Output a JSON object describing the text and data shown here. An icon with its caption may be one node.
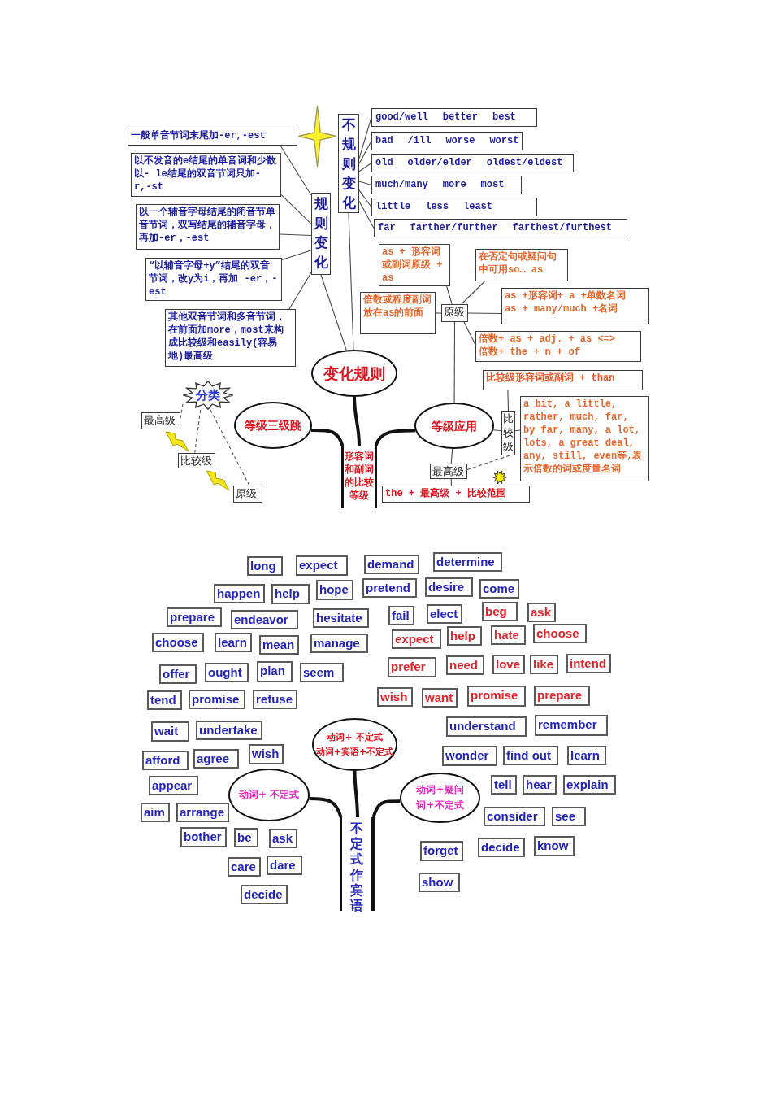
{
  "diagram": {
    "nodes": [
      {
        "text": [
          "一般单音节词末尾加-er,-est"
        ]
      },
      {
        "text": [
          "不规则变化"
        ]
      },
      {
        "text": [
          "good/well better best"
        ]
      },
      {
        "text": [
          "bad /ill worse worst"
        ]
      },
      {
        "text": [
          "以不发音的e结尾的单音词和少数以- le结尾的双音节词只加-r,-st"
        ]
      },
      {
        "text": [
          "old older/elder oldest/eldest"
        ]
      },
      {
        "text": [
          "much/many more most"
        ]
      },
      {
        "text": [
          "规则变化"
        ]
      },
      {
        "text": [
          "little less least"
        ]
      },
      {
        "text": [
          "以一个辅音字母结尾的闭音节单音节词，双写结尾的辅音字母，再加-er，-est"
        ]
      },
      {
        "text": [
          "far farther/further farthest/furthest"
        ]
      },
      {
        "text": [
          "as + 形容词或副词原级 + as"
        ]
      },
      {
        "text": [
          "在否定句或疑问句中可用so… as"
        ]
      },
      {
        "text": [
          "“以辅音字母+y”结尾的双音节词，改y为i，再加 -er，-est"
        ]
      },
      {
        "text": [
          "as +形容词+ a +单数名词",
          "as + many/much +名词"
        ]
      },
      {
        "text": [
          "倍数或程度副词放在as的前面"
        ]
      },
      {
        "text": [
          "原级"
        ]
      },
      {
        "text": [
          "其他双音节词和多音节词，在前面加more，most来构成比较级和easily(容易地)最高级"
        ]
      },
      {
        "text": [
          "倍数+ as + adj. + as <=>",
          "倍数+ the + n + of"
        ]
      },
      {
        "text": [
          "变化规则"
        ]
      },
      {
        "text": [
          "比较级形容词或副词 + than"
        ]
      },
      {
        "text": [
          "分类"
        ]
      },
      {
        "text": [
          "a bit, a little, rather, much, far, by far, many, a lot, lots, a great deal, any, still, even等,表示倍数的词或度量名词"
        ]
      },
      {
        "text": [
          "等级三级跳"
        ]
      },
      {
        "text": [
          "等级应用"
        ]
      },
      {
        "text": [
          "比较级"
        ]
      },
      {
        "text": [
          "最高级"
        ]
      },
      {
        "text": [
          "形容词和副词的比较等级"
        ]
      },
      {
        "text": [
          "比较级"
        ]
      },
      {
        "text": [
          "最高级"
        ]
      },
      {
        "text": [
          "原级"
        ]
      },
      {
        "text": [
          "the + 最高级 + 比较范围"
        ]
      },
      {
        "text": [
          "long"
        ]
      },
      {
        "text": [
          "expect"
        ]
      },
      {
        "text": [
          "demand"
        ]
      },
      {
        "text": [
          "determine"
        ]
      },
      {
        "text": [
          "happen"
        ]
      },
      {
        "text": [
          "help"
        ]
      },
      {
        "text": [
          "hope"
        ]
      },
      {
        "text": [
          "pretend"
        ]
      },
      {
        "text": [
          "desire"
        ]
      },
      {
        "text": [
          "come"
        ]
      },
      {
        "text": [
          "prepare"
        ]
      },
      {
        "text": [
          "endeavor"
        ]
      },
      {
        "text": [
          "hesitate"
        ]
      },
      {
        "text": [
          "fail"
        ]
      },
      {
        "text": [
          "elect"
        ]
      },
      {
        "text": [
          "beg"
        ]
      },
      {
        "text": [
          "ask"
        ]
      },
      {
        "text": [
          "choose"
        ]
      },
      {
        "text": [
          "learn"
        ]
      },
      {
        "text": [
          "mean"
        ]
      },
      {
        "text": [
          "manage"
        ]
      },
      {
        "text": [
          "expect"
        ]
      },
      {
        "text": [
          "help"
        ]
      },
      {
        "text": [
          "hate"
        ]
      },
      {
        "text": [
          "choose"
        ]
      },
      {
        "text": [
          "offer"
        ]
      },
      {
        "text": [
          "ought"
        ]
      },
      {
        "text": [
          "plan"
        ]
      },
      {
        "text": [
          "seem"
        ]
      },
      {
        "text": [
          "prefer"
        ]
      },
      {
        "text": [
          "need"
        ]
      },
      {
        "text": [
          "love"
        ]
      },
      {
        "text": [
          "like"
        ]
      },
      {
        "text": [
          "intend"
        ]
      },
      {
        "text": [
          "tend"
        ]
      },
      {
        "text": [
          "promise"
        ]
      },
      {
        "text": [
          "refuse"
        ]
      },
      {
        "text": [
          "wish"
        ]
      },
      {
        "text": [
          "want"
        ]
      },
      {
        "text": [
          "promise"
        ]
      },
      {
        "text": [
          "prepare"
        ]
      },
      {
        "text": [
          "wait"
        ]
      },
      {
        "text": [
          "undertake"
        ]
      },
      {
        "text": [
          "动词+ 不定式",
          "动词+宾语+不定式"
        ]
      },
      {
        "text": [
          "understand"
        ]
      },
      {
        "text": [
          "remember"
        ]
      },
      {
        "text": [
          "afford"
        ]
      },
      {
        "text": [
          "agree"
        ]
      },
      {
        "text": [
          "wish"
        ]
      },
      {
        "text": [
          "wonder"
        ]
      },
      {
        "text": [
          "find out"
        ]
      },
      {
        "text": [
          "learn"
        ]
      },
      {
        "text": [
          "appear"
        ]
      },
      {
        "text": [
          "动词+ 不定式"
        ]
      },
      {
        "text": [
          "动词+疑问词+不定式"
        ]
      },
      {
        "text": [
          "tell"
        ]
      },
      {
        "text": [
          "hear"
        ]
      },
      {
        "text": [
          "explain"
        ]
      },
      {
        "text": [
          "aim"
        ]
      },
      {
        "text": [
          "arrange"
        ]
      },
      {
        "text": [
          "不定式作宾语"
        ]
      },
      {
        "text": [
          "consider"
        ]
      },
      {
        "text": [
          "see"
        ]
      },
      {
        "text": [
          "bother"
        ]
      },
      {
        "text": [
          "be"
        ]
      },
      {
        "text": [
          "ask"
        ]
      },
      {
        "text": [
          "forget"
        ]
      },
      {
        "text": [
          "decide"
        ]
      },
      {
        "text": [
          "know"
        ]
      },
      {
        "text": [
          "care"
        ]
      },
      {
        "text": [
          "dare"
        ]
      },
      {
        "text": [
          "show"
        ]
      },
      {
        "text": [
          "decide"
        ]
      },
      {
        "text": [],
        "shape": "star"
      }
    ],
    "edges": [
      {
        "from": 19,
        "to": 7,
        "arrow": "none"
      },
      {
        "from": 19,
        "to": 1,
        "arrow": "none"
      },
      {
        "from": 1,
        "to": 2,
        "arrow": "none"
      },
      {
        "from": 1,
        "to": 3,
        "arrow": "none"
      },
      {
        "from": 1,
        "to": 5,
        "arrow": "none"
      },
      {
        "from": 1,
        "to": 6,
        "arrow": "none"
      },
      {
        "from": 1,
        "to": 8,
        "arrow": "none"
      },
      {
        "from": 1,
        "to": 10,
        "arrow": "none"
      },
      {
        "from": 7,
        "to": 0,
        "arrow": "none"
      },
      {
        "from": 7,
        "to": 4,
        "arrow": "none"
      },
      {
        "from": 7,
        "to": 9,
        "arrow": "none"
      },
      {
        "from": 7,
        "to": 13,
        "arrow": "none"
      },
      {
        "from": 7,
        "to": 17,
        "arrow": "none"
      },
      {
        "from": 27,
        "to": 19,
        "arrow": "none",
        "style": "thick"
      },
      {
        "from": 27,
        "to": 23,
        "arrow": "none",
        "style": "thick"
      },
      {
        "from": 27,
        "to": 24,
        "arrow": "none",
        "style": "thick"
      },
      {
        "from": 24,
        "to": 16,
        "arrow": "none"
      },
      {
        "from": 16,
        "to": 11,
        "arrow": "none"
      },
      {
        "from": 16,
        "to": 12,
        "arrow": "none"
      },
      {
        "from": 16,
        "to": 14,
        "arrow": "none"
      },
      {
        "from": 16,
        "to": 15,
        "arrow": "none"
      },
      {
        "from": 16,
        "to": 18,
        "arrow": "none"
      },
      {
        "from": 24,
        "to": 25,
        "arrow": "none"
      },
      {
        "from": 25,
        "to": 20,
        "arrow": "none"
      },
      {
        "from": 25,
        "to": 22,
        "arrow": "none"
      },
      {
        "from": 24,
        "to": 29,
        "arrow": "none"
      },
      {
        "from": 29,
        "to": 31,
        "arrow": "none"
      },
      {
        "from": 29,
        "to": 25,
        "arrow": "none",
        "style": "dashed"
      },
      {
        "from": 21,
        "to": 26,
        "arrow": "none",
        "style": "dashed"
      },
      {
        "from": 21,
        "to": 28,
        "arrow": "none",
        "style": "dashed"
      },
      {
        "from": 21,
        "to": 30,
        "arrow": "none",
        "style": "dashed"
      },
      {
        "from": 92,
        "to": 85,
        "arrow": "none",
        "style": "thick"
      },
      {
        "from": 92,
        "to": 75,
        "arrow": "none",
        "style": "thick"
      },
      {
        "from": 92,
        "to": 86,
        "arrow": "none",
        "style": "thick"
      }
    ]
  }
}
